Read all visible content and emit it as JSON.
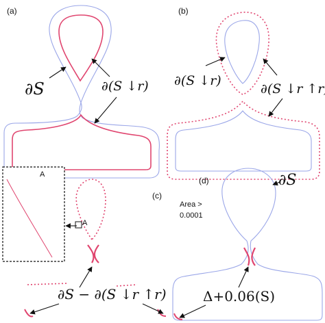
{
  "panels": {
    "a": {
      "label": "(a)",
      "boundary_label": "∂S",
      "erosion_label": "∂(S ↓r)"
    },
    "b": {
      "label": "(b)",
      "erosion_label": "∂(S ↓r)",
      "opening_label": "∂(S ↓r ↑r)"
    },
    "c": {
      "label": "(c)",
      "inset_label": "A",
      "marker_label": "A",
      "difference_label": "∂S − ∂(S ↓r ↑r)"
    },
    "d": {
      "label": "(d)",
      "boundary_label": "∂S",
      "area_line1": "Area >",
      "area_line2": "0.0001",
      "delta_label": "Δ+0.06(S)"
    }
  },
  "colors": {
    "boundary": "#9aa6e8",
    "highlight": "#e0456f",
    "text": "#111111"
  }
}
